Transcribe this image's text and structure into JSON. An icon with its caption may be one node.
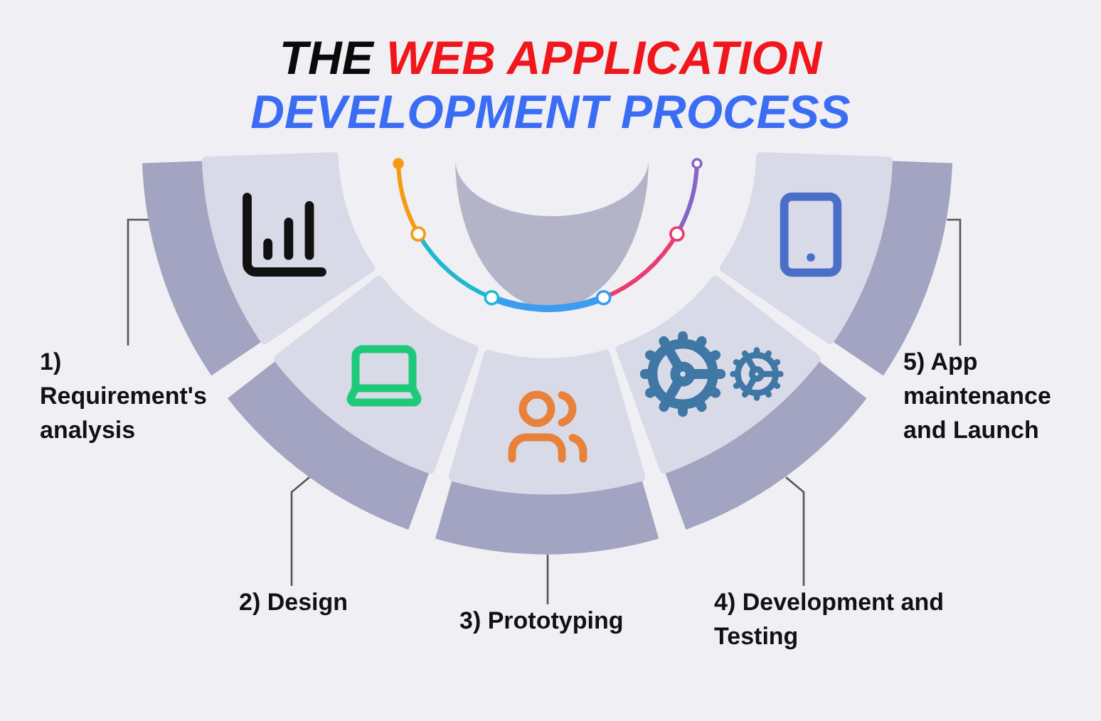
{
  "diagram": {
    "title": "THE *WEB APPLICATION* **DEVELOPMENT PROCESS**",
    "nodes": [
      {
        "text": [],
        "shape": "picture"
      },
      {
        "text": [],
        "shape": "picture"
      },
      {
        "text": [],
        "shape": "picture"
      },
      {
        "text": [],
        "shape": "picture"
      },
      {
        "text": [],
        "shape": "picture"
      },
      {
        "text": [
          "1) Requirement's analysis"
        ]
      },
      {
        "text": [
          "2) Design"
        ]
      },
      {
        "text": [
          "3) Prototyping"
        ]
      },
      {
        "text": [
          "4) Development and Testing"
        ]
      },
      {
        "text": [
          "5) App maintenance and Launch"
        ]
      }
    ],
    "edges": [
      {
        "from": 5,
        "to": 0,
        "arrow": "none"
      },
      {
        "from": 6,
        "to": 1,
        "arrow": "none"
      },
      {
        "from": 7,
        "to": 2,
        "arrow": "none"
      },
      {
        "from": 8,
        "to": 3,
        "arrow": "none"
      },
      {
        "from": 9,
        "to": 4,
        "arrow": "none"
      }
    ]
  }
}
